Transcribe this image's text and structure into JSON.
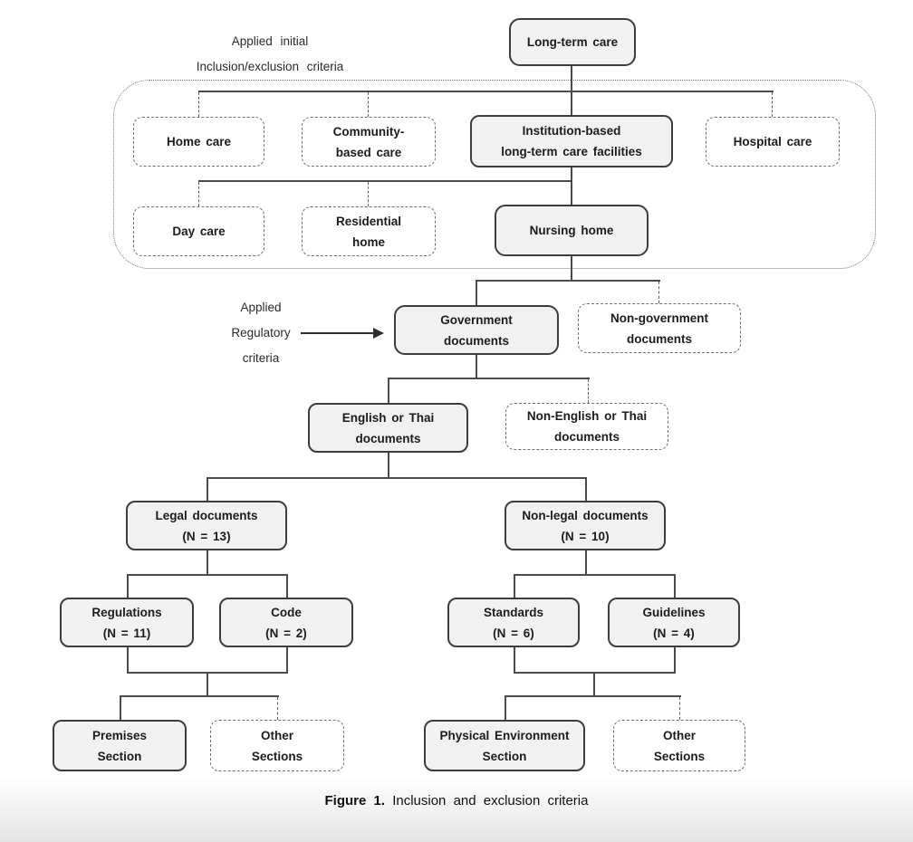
{
  "figure": {
    "caption_prefix": "Figure 1.",
    "caption_text": " Inclusion and exclusion criteria"
  },
  "annotations": {
    "initial_criteria_line1": "Applied initial",
    "initial_criteria_line2": "Inclusion/exclusion criteria",
    "regulatory_line1": "Applied",
    "regulatory_line2": "Regulatory",
    "regulatory_line3": "criteria"
  },
  "colors": {
    "included_box_fill": "#f1f1f1",
    "included_box_border": "#3d3d3d",
    "excluded_box_border": "#6f6f6f",
    "connector_line": "#4a4a4a"
  },
  "nodes": {
    "long_term_care": {
      "lines": [
        "Long-term care"
      ],
      "style": "solid"
    },
    "home_care": {
      "lines": [
        "Home care"
      ],
      "style": "dashed"
    },
    "community_based_care": {
      "lines": [
        "Community-",
        "based care"
      ],
      "style": "dashed"
    },
    "institution_based": {
      "lines": [
        "Institution-based",
        "long-term care facilities"
      ],
      "style": "solid"
    },
    "hospital_care": {
      "lines": [
        "Hospital care"
      ],
      "style": "dashed"
    },
    "day_care": {
      "lines": [
        "Day care"
      ],
      "style": "dashed"
    },
    "residential_home": {
      "lines": [
        "Residential",
        "home"
      ],
      "style": "dashed"
    },
    "nursing_home": {
      "lines": [
        "Nursing home"
      ],
      "style": "solid"
    },
    "government_documents": {
      "lines": [
        "Government",
        "documents"
      ],
      "style": "solid"
    },
    "non_government_documents": {
      "lines": [
        "Non-government",
        "documents"
      ],
      "style": "dashed"
    },
    "english_or_thai": {
      "lines": [
        "English or Thai",
        "documents"
      ],
      "style": "solid"
    },
    "non_english_or_thai": {
      "lines": [
        "Non-English or Thai",
        "documents"
      ],
      "style": "dashed"
    },
    "legal_documents": {
      "lines": [
        "Legal documents",
        "(N = 13)"
      ],
      "style": "solid"
    },
    "non_legal_documents": {
      "lines": [
        "Non-legal documents",
        "(N = 10)"
      ],
      "style": "solid"
    },
    "regulations": {
      "lines": [
        "Regulations",
        "(N = 11)"
      ],
      "style": "solid"
    },
    "code": {
      "lines": [
        "Code",
        "(N = 2)"
      ],
      "style": "solid"
    },
    "standards": {
      "lines": [
        "Standards",
        "(N = 6)"
      ],
      "style": "solid"
    },
    "guidelines": {
      "lines": [
        "Guidelines",
        "(N = 4)"
      ],
      "style": "solid"
    },
    "premises_section": {
      "lines": [
        "Premises",
        "Section"
      ],
      "style": "solid"
    },
    "other_sections_legal": {
      "lines": [
        "Other",
        "Sections"
      ],
      "style": "dashed"
    },
    "physical_environment_section": {
      "lines": [
        "Physical Environment",
        "Section"
      ],
      "style": "solid"
    },
    "other_sections_nonlegal": {
      "lines": [
        "Other",
        "Sections"
      ],
      "style": "dashed"
    }
  }
}
